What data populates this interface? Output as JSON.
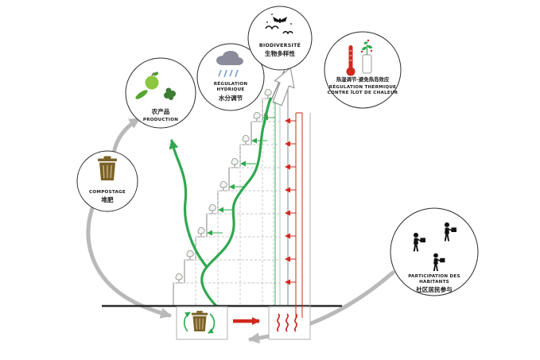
{
  "diagram_title": "eco-building benefits diagram",
  "callouts": {
    "production": {
      "zh": "农产品",
      "fr": "PRODUCTION"
    },
    "hydrique": {
      "fr1": "RÉGULATION",
      "fr2": "HYDRIQUE",
      "zh": "水分调节"
    },
    "biodiversite": {
      "fr": "BIODIVERSITÉ",
      "zh": "生物多样性"
    },
    "thermique": {
      "zh": "热湿调节-避免热岛效应",
      "fr1": "RÉGULATION THERMIQUE",
      "fr2": "CONTRE ÎLOT DE CHALEUR"
    },
    "compostage": {
      "fr": "COMPOSTAGE",
      "zh": "堆肥"
    },
    "participation": {
      "fr1": "PARTICIPATION DES",
      "fr2": "HABITANTS",
      "zh": "社区居民参与"
    }
  },
  "icons": [
    "apple-icon",
    "pepper-icon",
    "leafy-greens-icon",
    "rain-cloud-icon",
    "bat-icon",
    "bird-icon",
    "thermometer-icon",
    "potted-plant-icon",
    "compost-bin-icon",
    "person-carrying-box-icon",
    "recycle-arrows-icon",
    "heat-waves-icon",
    "up-arrow-icon",
    "terrace-plant-icon"
  ],
  "colors": {
    "vine_green": "#2fa84f",
    "apple_green": "#8cc63f",
    "leaf_dark_green": "#3b7d33",
    "red": "#d1281e",
    "arrow_gray": "#b9b9b9",
    "cloud_gray": "#8b8b9c",
    "rain_blue": "#7aa0c9",
    "bin_brown": "#7a6228",
    "outline_gray": "#8f8f8f",
    "ink": "#1a1a1a"
  }
}
